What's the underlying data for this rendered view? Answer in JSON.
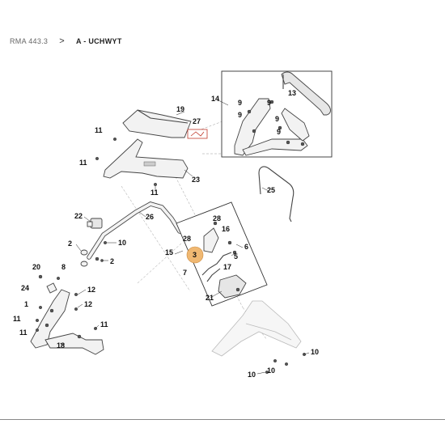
{
  "breadcrumb": {
    "model": "RMA 443.3",
    "separator": ">",
    "section": "A - UCHWYT"
  },
  "diagram": {
    "labels": {
      "p2a": "2",
      "p2b": "2",
      "p3": "3",
      "p5": "5",
      "p6": "6",
      "p7": "7",
      "p8": "8",
      "p9a": "9",
      "p9b": "9",
      "p9c": "9",
      "p9d": "9",
      "p9e": "9",
      "p10a": "10",
      "p10b": "10",
      "p10c": "10",
      "p10d": "10",
      "p11a": "11",
      "p11b": "11",
      "p11c": "11",
      "p11d": "11",
      "p11e": "11",
      "p11f": "11",
      "p12a": "12",
      "p12b": "12",
      "p13": "13",
      "p14": "14",
      "p15": "15",
      "p16": "16",
      "p17": "17",
      "p18": "18",
      "p19": "19",
      "p20": "20",
      "p21": "21",
      "p22": "22",
      "p23": "23",
      "p24": "24",
      "p25": "25",
      "p26": "26",
      "p27": "27",
      "p28": "28"
    },
    "highlight_color": "#f0b872"
  }
}
